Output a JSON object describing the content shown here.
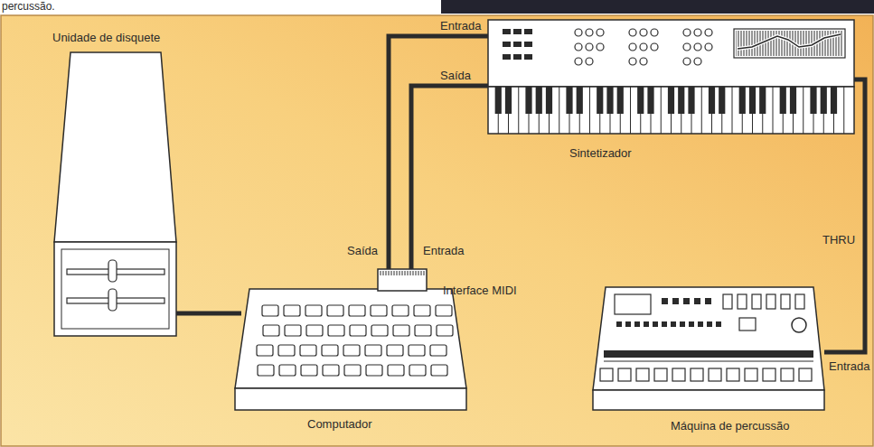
{
  "diagram": {
    "nodes": [
      {
        "text": [
          "Sintetizador"
        ]
      },
      {
        "text": [
          "Unidade de disquete"
        ]
      },
      {
        "text": [
          "Interface MIDI"
        ]
      },
      {
        "text": [
          "Computador"
        ]
      },
      {
        "text": [
          "Máquina de percussão"
        ]
      }
    ],
    "edges": [
      {
        "from": 1,
        "to": 3,
        "arrow": "none"
      },
      {
        "from": 2,
        "to": 0,
        "arrow": "none"
      },
      {
        "from": 0,
        "to": 2,
        "arrow": "none"
      },
      {
        "from": 0,
        "to": 4,
        "label": "THRU",
        "arrow": "none"
      }
    ],
    "labels": [
      "percussão.",
      "Entrada",
      "Saída",
      "Saída",
      "Entrada",
      "Entrada"
    ]
  }
}
